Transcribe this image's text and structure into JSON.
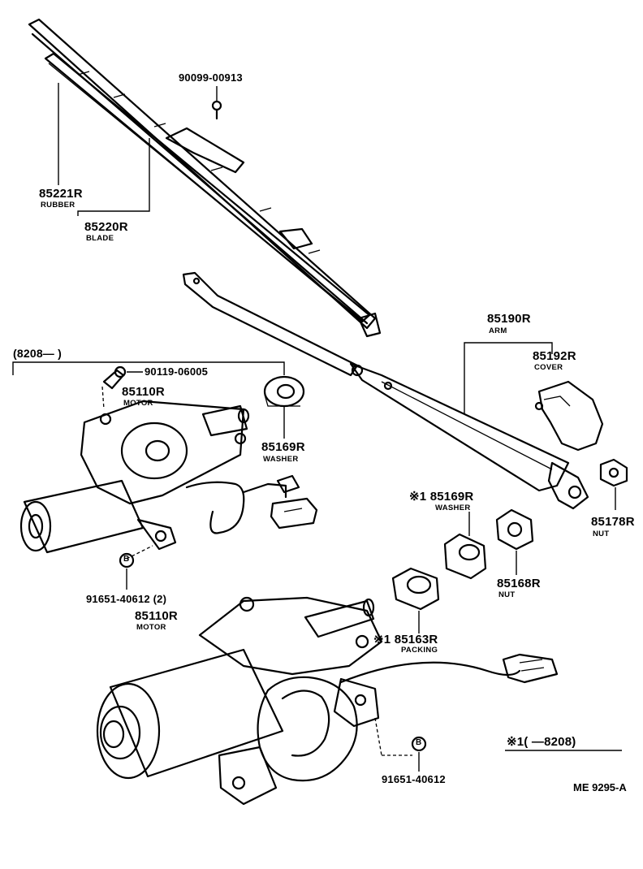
{
  "diagram": {
    "parts": {
      "screw_top": {
        "number": "90099-00913"
      },
      "rubber": {
        "number": "85221R",
        "name": "RUBBER"
      },
      "blade": {
        "number": "85220R",
        "name": "BLADE"
      },
      "arm": {
        "number": "85190R",
        "name": "ARM"
      },
      "cover": {
        "number": "85192R",
        "name": "COVER"
      },
      "bolt_motor": {
        "number": "90119-06005"
      },
      "motor_upper": {
        "number": "85110R",
        "name": "MOTOR"
      },
      "washer_upper": {
        "number": "85169R",
        "name": "WASHER"
      },
      "washer_lower": {
        "mark": "※1",
        "number": "85169R",
        "name": "WASHER"
      },
      "nut_178": {
        "number": "85178R",
        "name": "NUT"
      },
      "nut_168": {
        "number": "85168R",
        "name": "NUT"
      },
      "packing": {
        "mark": "※1",
        "number": "85163R",
        "name": "PACKING"
      },
      "bolt_upper": {
        "number": "91651-40612 (2)",
        "symbol": "B"
      },
      "motor_lower": {
        "number": "85110R",
        "name": "MOTOR"
      },
      "bolt_lower": {
        "number": "91651-40612",
        "symbol": "B"
      }
    },
    "upper_group_bracket": "(8208—        )",
    "footnote": "※1(         —8208)",
    "reference_code": "ME  9295-A"
  }
}
